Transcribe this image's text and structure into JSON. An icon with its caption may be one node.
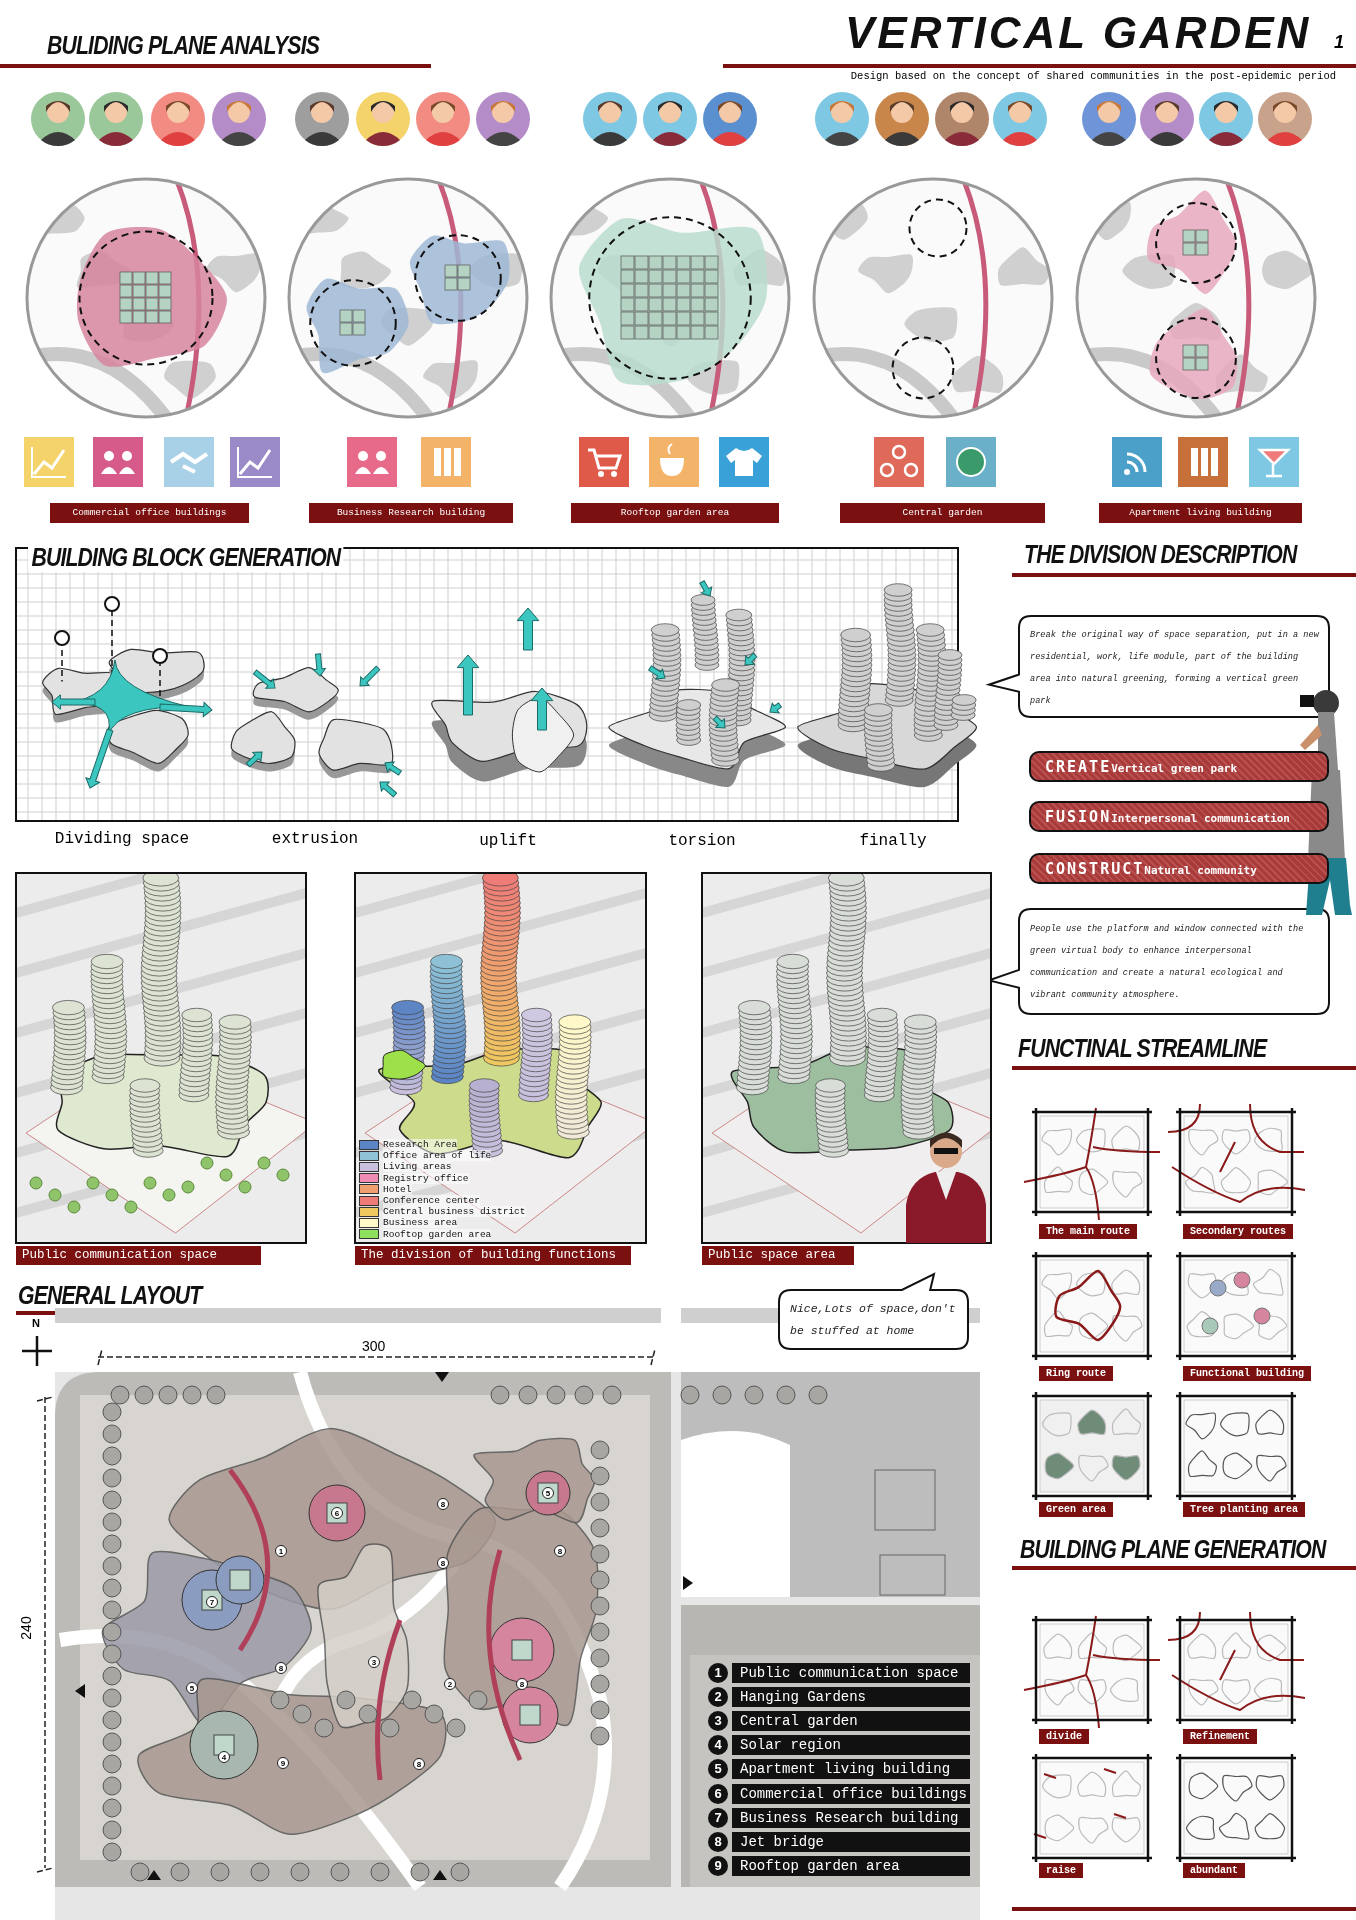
{
  "diagram": {
    "title": "VERTICAL GARDEN",
    "nodes": [
      {
        "text": [
          "Commercial office buildings"
        ]
      },
      {
        "text": [
          "Business Research building"
        ]
      },
      {
        "text": [
          "Rooftop garden area"
        ]
      },
      {
        "text": [
          "Central garden"
        ]
      },
      {
        "text": [
          "Apartment living building"
        ]
      },
      {
        "text": [
          "Break the original way of space separation, put in a new residential, work, life module, part of the building area into natural greening, forming a vertical green park"
        ]
      },
      {
        "text": [
          "CREATE",
          "Vertical green park"
        ]
      },
      {
        "text": [
          "FUSION",
          "Interpersonal communication"
        ]
      },
      {
        "text": [
          "CONSTRUCT",
          "Natural community"
        ]
      },
      {
        "text": [
          "People use the platform and window connected with the green virtual body to enhance interpersonal communication and create a natural ecological and vibrant community atmosphere."
        ]
      },
      {
        "text": [
          "Public communication space"
        ]
      },
      {
        "text": [
          "The division of building functions"
        ]
      },
      {
        "text": [
          "Public space area"
        ]
      },
      {
        "text": [
          "The main route"
        ]
      },
      {
        "text": [
          "Secondary routes"
        ]
      },
      {
        "text": [
          "Ring route"
        ]
      },
      {
        "text": [
          "Functional building"
        ]
      },
      {
        "text": [
          "Green area"
        ]
      },
      {
        "text": [
          "Tree planting area"
        ]
      },
      {
        "text": [
          "divide"
        ]
      },
      {
        "text": [
          "Refinement"
        ]
      },
      {
        "text": [
          "raise"
        ]
      },
      {
        "text": [
          "abundant"
        ]
      },
      {
        "text": [
          "Nice,Lots of space,don't be stuffed at home"
        ]
      },
      {
        "text": [
          "Public communication space"
        ],
        "beside": [
          "1"
        ]
      },
      {
        "text": [
          "Hanging Gardens"
        ],
        "beside": [
          "2"
        ]
      },
      {
        "text": [
          "Central garden"
        ],
        "beside": [
          "3"
        ]
      },
      {
        "text": [
          "Solar region"
        ],
        "beside": [
          "4"
        ]
      },
      {
        "text": [
          "Apartment living building"
        ],
        "beside": [
          "5"
        ]
      },
      {
        "text": [
          "Commercial office buildings"
        ],
        "beside": [
          "6"
        ]
      },
      {
        "text": [
          "Business Research building"
        ],
        "beside": [
          "7"
        ]
      },
      {
        "text": [
          "Jet bridge"
        ],
        "beside": [
          "8"
        ]
      },
      {
        "text": [
          "Rooftop garden area"
        ],
        "beside": [
          "9"
        ]
      }
    ],
    "labels": [
      "BULIDING PLANE ANALYSIS",
      "1",
      "Design based on the concept of shared communities in the post-epidemic period",
      "BUILDING BLOCK GENERATION",
      "THE DIVISION DESCRIPTION",
      "Dividing space",
      "extrusion",
      "uplift",
      "torsion",
      "finally",
      "FUNCTINAL STREAMLINE",
      "GENERAL LAYOUT",
      "N",
      "300",
      "5",
      "8",
      "6",
      "1",
      "8",
      "8",
      "7",
      "3",
      "8",
      "2",
      "5",
      "8",
      "4",
      "9",
      "8",
      "240",
      "BUILDING PLANE GENERATION"
    ],
    "legend": [
      {
        "text": "Research Area",
        "color": "#5b84c4"
      },
      {
        "text": "Office area of life",
        "color": "#8fc3d6"
      },
      {
        "text": "Living areas",
        "color": "#c8c0dc"
      },
      {
        "text": "Registry office",
        "color": "#f08cb4"
      },
      {
        "text": "Hotel",
        "color": "#f0a070"
      },
      {
        "text": "Conference center",
        "color": "#ee7b78"
      },
      {
        "text": "Central business district",
        "color": "#f0c860"
      },
      {
        "text": "Business area",
        "color": "#fff8c8"
      },
      {
        "text": "Rooftop garden area",
        "color": "#90e060"
      }
    ]
  }
}
